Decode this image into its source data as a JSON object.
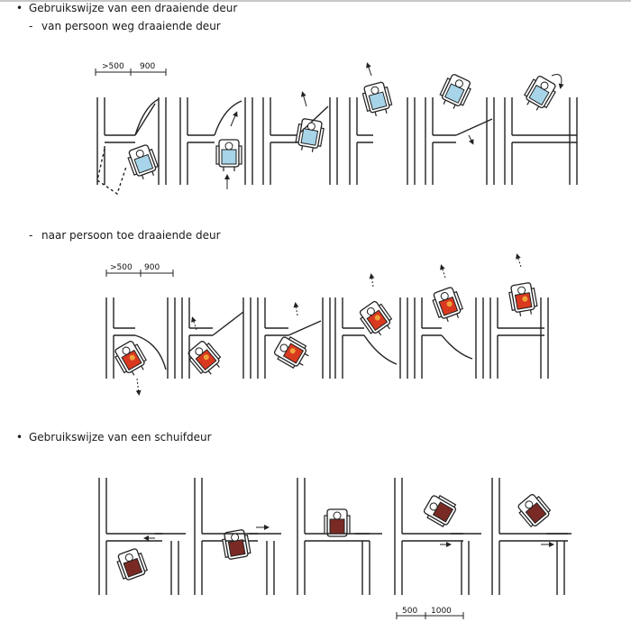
{
  "sections": [
    {
      "bullet": "•",
      "heading": "Gebruikswijze van een draaiende deur",
      "subsections": [
        {
          "dash": "-",
          "label": "van persoon weg draaiende deur",
          "dim_left": ">500",
          "dim_right": "900"
        },
        {
          "dash": "-",
          "label": "naar persoon toe draaiende deur",
          "dim_left": ">500",
          "dim_right": "900"
        }
      ]
    },
    {
      "bullet": "•",
      "heading": "Gebruikswijze van een schuifdeur",
      "dim_left": "500",
      "dim_right": "1000"
    }
  ],
  "colors": {
    "wheelchair_user_blue": "#a7d4e8",
    "wheelchair_user_red": "#d8391f",
    "wheelchair_user_orange": "#f0a23a",
    "wheelchair_user_maroon": "#7a2a24",
    "line": "#222222"
  }
}
